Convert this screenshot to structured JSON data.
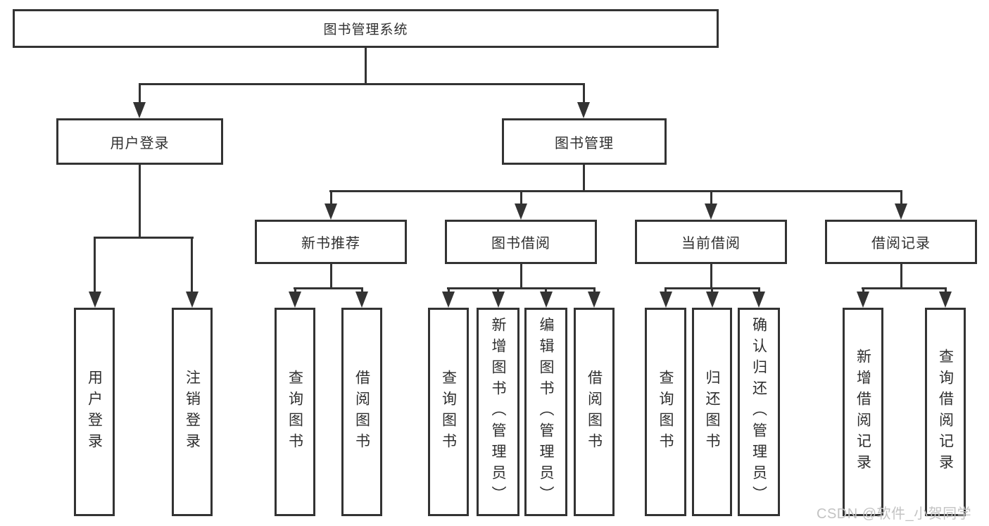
{
  "tree": {
    "root": {
      "label": "图书管理系统"
    },
    "branches": [
      {
        "label": "用户登录",
        "leaves": [
          {
            "label": "用户登录"
          },
          {
            "label": "注销登录"
          }
        ]
      },
      {
        "label": "图书管理",
        "groups": [
          {
            "label": "新书推荐",
            "leaves": [
              {
                "label": "查询图书"
              },
              {
                "label": "借阅图书"
              }
            ]
          },
          {
            "label": "图书借阅",
            "leaves": [
              {
                "label": "查询图书"
              },
              {
                "label": "新增图书（管理员）"
              },
              {
                "label": "编辑图书（管理员）"
              },
              {
                "label": "借阅图书"
              }
            ]
          },
          {
            "label": "当前借阅",
            "leaves": [
              {
                "label": "查询图书"
              },
              {
                "label": "归还图书"
              },
              {
                "label": "确认归还（管理员）"
              }
            ]
          },
          {
            "label": "借阅记录",
            "leaves": [
              {
                "label": "新增借阅记录"
              },
              {
                "label": "查询借阅记录"
              }
            ]
          }
        ]
      }
    ]
  },
  "watermark": {
    "text": "CSDN @软件_小贺同学"
  },
  "colors": {
    "line": "#333333",
    "text": "#2f2f2f",
    "box_background": "#ffffff",
    "page_background": "#ffffff",
    "watermark": "#c3c3c3"
  }
}
